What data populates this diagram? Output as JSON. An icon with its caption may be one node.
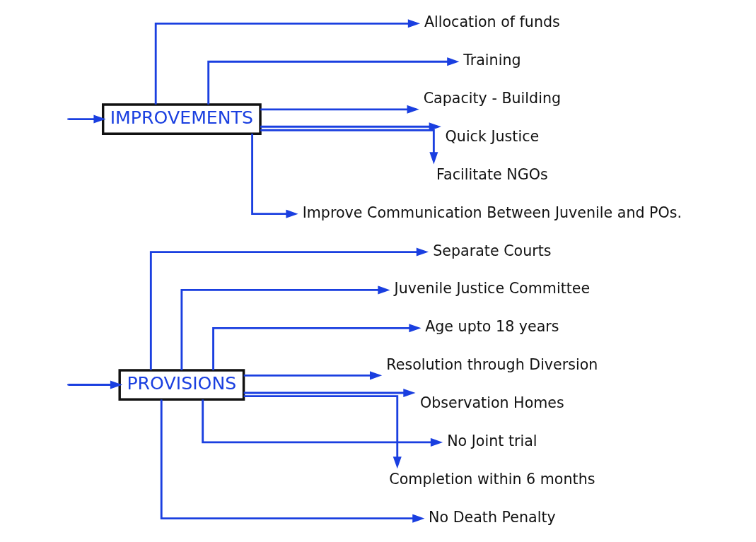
{
  "diagram": {
    "nodes": [
      {
        "text": [
          "PROVISIONS"
        ]
      },
      {
        "text": [
          "IMPROVEMENTS"
        ]
      },
      {
        "text": [
          "Separate Courts"
        ]
      },
      {
        "text": [
          "Juvenile Justice Committee"
        ]
      },
      {
        "text": [
          "Age upto 18 years"
        ]
      },
      {
        "text": [
          "Resolution through Diversion"
        ]
      },
      {
        "text": [
          "Observation Homes"
        ]
      },
      {
        "text": [
          "No Joint trial"
        ]
      },
      {
        "text": [
          "Completion within 6 months"
        ]
      },
      {
        "text": [
          "No Death Penalty"
        ]
      },
      {
        "text": [
          "Allocation of funds"
        ]
      },
      {
        "text": [
          "Training"
        ]
      },
      {
        "text": [
          "Capacity - Building"
        ]
      },
      {
        "text": [
          "Quick Justice"
        ]
      },
      {
        "text": [
          "Facilitate NGOs"
        ]
      },
      {
        "text": [
          "Improve Communication Between Juvenile and POs."
        ]
      }
    ],
    "edges": [
      {
        "from": null,
        "to": 0,
        "arrow": "to"
      },
      {
        "from": null,
        "to": 1,
        "arrow": "to"
      },
      {
        "from": 0,
        "to": 2,
        "arrow": "to"
      },
      {
        "from": 0,
        "to": 3,
        "arrow": "to"
      },
      {
        "from": 0,
        "to": 4,
        "arrow": "to"
      },
      {
        "from": 0,
        "to": 5,
        "arrow": "to"
      },
      {
        "from": 0,
        "to": 6,
        "arrow": "to"
      },
      {
        "from": 0,
        "to": 7,
        "arrow": "to"
      },
      {
        "from": 0,
        "to": 8,
        "arrow": "to"
      },
      {
        "from": 0,
        "to": 9,
        "arrow": "to"
      },
      {
        "from": 1,
        "to": 10,
        "arrow": "to"
      },
      {
        "from": 1,
        "to": 11,
        "arrow": "to"
      },
      {
        "from": 1,
        "to": 12,
        "arrow": "to"
      },
      {
        "from": 1,
        "to": 13,
        "arrow": "to"
      },
      {
        "from": 1,
        "to": 14,
        "arrow": "to"
      },
      {
        "from": 1,
        "to": 15,
        "arrow": "to"
      }
    ]
  }
}
